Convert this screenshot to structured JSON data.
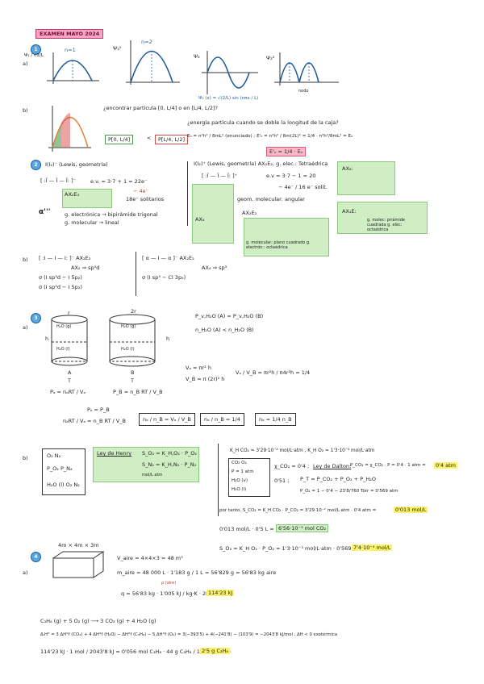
{
  "header": {
    "title": "EXAMEN MAYO 2024"
  },
  "q1": {
    "num": "1",
    "a_label": "a)",
    "b_label": "b)",
    "g1_ylabel": "Ψ₁ / √2/L",
    "g1_n": "n=1",
    "g2_n": "n=2",
    "g2_ylabel": "Ψ₁²",
    "g3_ylabel": "Ψ₂",
    "g4_ylabel": "Ψ₂²",
    "psi_formula": "Ψ₁ (x) = √(2/L) sin (nπx / L)",
    "nodo": "nodo",
    "b_question": "¿encontrar partícula [0, L/4] o en [L/4, L/2]?",
    "b_compare_left": "P[0, L/4]",
    "b_compare_sign": "<",
    "b_compare_right": "P[L/4, L/2]",
    "b_energy_q": "¿energía partícula cuando se doble la longitud de la caja?",
    "b_energy_eq1": "Eₙ = n²h² / 8mL²  (enunciado) ;  E'ₙ = n²h² / 8m(2L)² = 1/4 · n²h²/8mL² = Eₙ",
    "b_energy_result": "E'ₙ = 1/4 · Eₙ"
  },
  "q2": {
    "num": "2",
    "title": "I(I₂)⁻ (Lewis, geometría)",
    "lewis_left": "[ :Ï — Ï — Ï: ]⁻",
    "ev_left": "e.v. = 3·7 + 1 = 22e⁻",
    "minus4": "− 4e⁻",
    "solitarios": "18e⁻ solitarios",
    "ax2e3": "AX₂E₃",
    "g_elec": "g. electrónica → bipirámide trigonal",
    "g_mol": "g. molecular → lineal",
    "right_title": "I(I₂)⁺ (Lewis, geometría)   AX₂E₂, g. elec.: Tetraédrica",
    "lewis_right": "[ :Ï — Ï — Ï: ]⁺",
    "ev_right": "e.v = 3·7 − 1 = 20",
    "geom_mol": "geom. molecular: angular",
    "sol_right": "− 4e⁻ / 16 e⁻ solit.",
    "ax4": "AX₄",
    "ax2e2": "AX₂E₂",
    "ax4e2_box": "g. molecular: plano cuadrado  g. electrón.: octaédrica",
    "ax4e_label": "AX₄E:",
    "ax4e_lines": "g. molec: pirámide cuadrada  g. elec: octaédrica",
    "ax6_label": "AX₆:",
    "b_label": "b)",
    "b_left_lewis": "[ :I — I — I: ]⁻   AX₂E₃",
    "b_left_hyb": "AX₂ ⇒ sp³d",
    "b_left_s1": "σ (I sp³d − I 5p₂)",
    "b_left_s2": "σ (I sp³d − I 5p₂)",
    "b_right_lewis": "[ α — I — α ]⁻   AX₂E₂",
    "b_right_hyb": "AX₄ ⇒ sp³",
    "b_right_s": "σ (I sp³ − Cl 3p₂)"
  },
  "q3": {
    "num": "3",
    "a_label": "a)",
    "cyl_a_top": "r",
    "cyl_b_top": "2r",
    "h2o_g": "H₂O (g)",
    "h2o_l": "H₂O (l)",
    "h": "h",
    "label_a": "A",
    "label_b": "B",
    "t": "T",
    "pa": "Pₐ = nₐRT / Vₐ",
    "pb": "P_B = n_B RT / V_B",
    "pa_eq_pb": "Pₐ = P_B",
    "pv_eq": "P_v,H₂O (A) = P_v,H₂O (B)",
    "n_ineq": "n_H₂O (A) < n_H₂O (B)",
    "va": "Vₐ = πr² h",
    "vb": "V_B = π (2r)² h",
    "ratio": "Vₐ / V_B = πr²h / π4r²h = 1/4",
    "chain1": "nₐRT / Vₐ = n_B RT / V_B",
    "chain2": "nₐ / n_B = Vₐ / V_B",
    "chain3": "nₐ / n_B = 1/4",
    "chain4": "nₐ = 1/4 n_B",
    "b_label": "b)",
    "box_rows": [
      "O₂   N₂",
      "P_O₂   P_N₂",
      "H₂O (l)   O₂ N₂"
    ],
    "henry_title": "Ley de Henry",
    "henry_1": "S_O₂ = K_H,O₂ · P_O₂",
    "henry_2": "S_N₂ = K_H,N₂ · P_N₂",
    "henry_units": "mol/L   atm",
    "kh_line": "K_H CO₂ = 3'29·10⁻² mol/L·atm ,  K_H O₂ = 1'3·10⁻³ mol/L·atm",
    "gas_box": [
      "CO₂   O₂",
      "P = 1 atm",
      "H₂O (v)",
      "H₂O (l)"
    ],
    "frac_co2": "χ_CO₂ = 0'4 ;",
    "dalton": "Ley de Dalton:",
    "p_co2": "P_CO₂ = χ_CO₂ · P = 0'4 · 1 atm =",
    "p_co2_res": "0'4 atm",
    "frac_o2": "0'51 ;",
    "sum_p": "P_T = P_CO₂ + P_O₂ + P_H₂O",
    "p_o2": "P_O₂ = 1 − 0'4 − 23'8/760 Torr = 0'569 atm",
    "s_co2": "por tanto,  S_CO₂ = K_H CO₂ · P_CO₂ = 3'29·10⁻² mol/L·atm · 0'4 atm =",
    "s_co2_res": "0'013 mol/L",
    "calc_co2": "0'013 mol/L · 0'5 L =",
    "calc_co2_res": "6'56·10⁻³ mol CO₂",
    "s_o2": "S_O₂ = K_H O₂ · P_O₂ = 1'3·10⁻³ mol/L·atm · 0'569 =",
    "s_o2_res": "7'4·10⁻⁴ mol/L"
  },
  "q4": {
    "num": "4",
    "a_label": "a)",
    "room": "4m × 4m × 3m",
    "v_aire": "V_aire = 4×4×3 = 48 m³",
    "m_aire": "m_aire = 48 000 L · 1'183 g / 1 L = 56'829 g = 56'83 kg aire",
    "rho_label": "ρ (aire)",
    "q": "q = 56'83 kg · 1'005 kJ / kg·K · 2K =",
    "q_res": "114'23 kJ",
    "reaction": "C₃H₈ (g) + 5 O₂ (g) ⟶ 3 CO₂ (g) + 4 H₂O (g)",
    "dh": "ΔᵣH° = 3 ΔH°f (CO₂) + 4 ΔH°f (H₂O) − ΔH°f (C₃H₈) − 5 ΔH°f (O₂) = 3(−393'5) + 4(−241'8) − (103'9) = −2043'8 kJ/mol ,  ΔH < 0 exotérmica",
    "final": "114'23 kJ · 1 mol / 2043'8 kJ = 0'056 mol C₃H₈ · 44 g C₃H₈ / 1 mol C₃H₈ =",
    "final_res": "2'5 g C₃H₈"
  }
}
